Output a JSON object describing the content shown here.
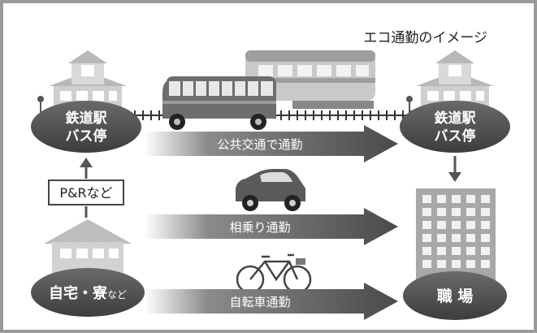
{
  "title": "エコ通勤のイメージ",
  "nodes": {
    "station_left": "鉄道駅\nバス停",
    "station_right": "鉄道駅\nバス停",
    "home_main": "自宅・寮",
    "home_suffix": "など",
    "workplace": "職 場",
    "park_ride": "P&Rなど"
  },
  "routes": {
    "public": "公共交通で通勤",
    "carpool": "相乗り通勤",
    "bicycle": "自転車通勤"
  },
  "colors": {
    "frame": "#9a9a9a",
    "dark": "#4a4a4a",
    "mid": "#7a7a7a",
    "light": "#cfcfcf",
    "lighter": "#e6e6e6"
  }
}
